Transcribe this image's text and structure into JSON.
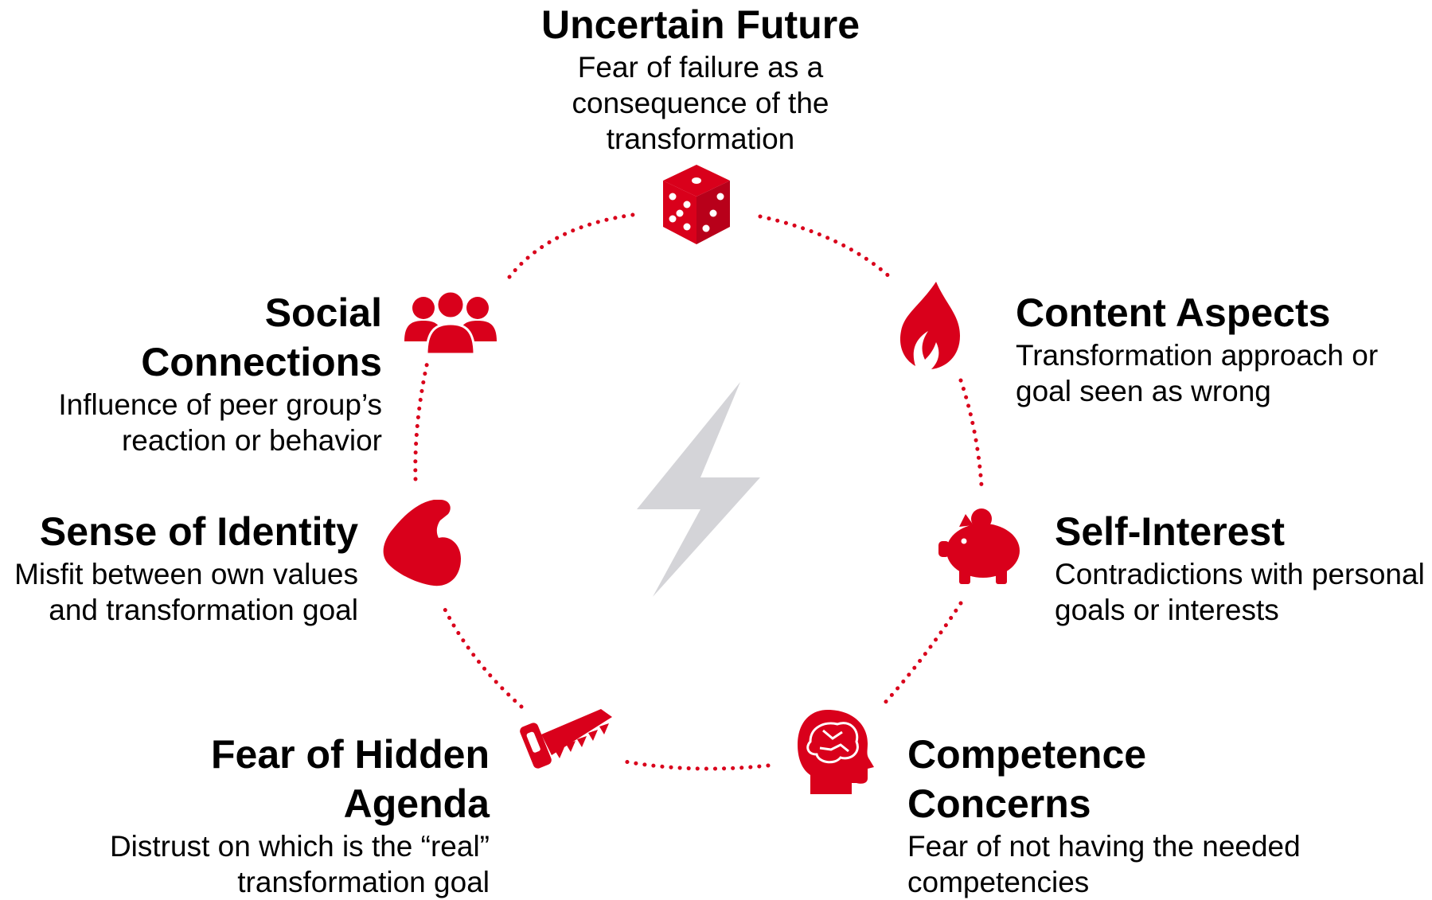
{
  "colors": {
    "accent": "#d9001b",
    "bolt": "#d4d4d8",
    "text": "#000000"
  },
  "center_icon": "lightning-bolt-icon",
  "nodes": {
    "uncertain_future": {
      "title": "Uncertain Future",
      "desc": "Fear of failure as a consequence of the transformation",
      "icon": "dice-icon"
    },
    "content_aspects": {
      "title": "Content Aspects",
      "desc": "Transformation approach or goal seen as wrong",
      "icon": "flame-icon"
    },
    "self_interest": {
      "title": "Self-Interest",
      "desc": "Contradictions with personal goals or interests",
      "icon": "piggy-bank-icon"
    },
    "competence_concerns": {
      "title": "Competence Concerns",
      "desc": "Fear of not having the needed competencies",
      "icon": "brain-head-icon"
    },
    "hidden_agenda": {
      "title": "Fear of Hidden Agenda",
      "desc": "Distrust on which is the “real” transformation goal",
      "icon": "saw-icon"
    },
    "sense_of_identity": {
      "title": "Sense of Identity",
      "desc": "Misfit between own values and transformation goal",
      "icon": "flexed-arm-icon"
    },
    "social_connections": {
      "title": "Social Connections",
      "desc": "Influence of peer group’s reaction or behavior",
      "icon": "people-group-icon"
    }
  }
}
